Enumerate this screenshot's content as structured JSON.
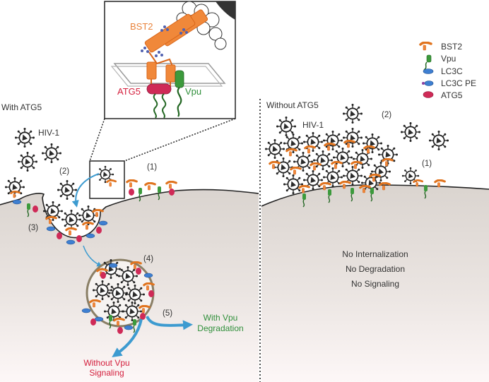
{
  "panels": {
    "left": {
      "title": "With ATG5"
    },
    "right": {
      "title": "Without ATG5"
    }
  },
  "virus_label": "HIV-1",
  "steps": {
    "s1": "(1)",
    "s2": "(2)",
    "s3": "(3)",
    "s4": "(4)",
    "s5": "(5)"
  },
  "inset": {
    "bst2": "BST2",
    "atg5": "ATG5",
    "vpu": "Vpu"
  },
  "legend": {
    "bst2": "BST2",
    "vpu": "Vpu",
    "lc3c": "LC3C",
    "lc3c_pe": "LC3C PE",
    "atg5": "ATG5"
  },
  "outcomes": {
    "with_vpu_1": "With Vpu",
    "with_vpu_2": "Degradation",
    "without_vpu_1": "Without Vpu",
    "without_vpu_2": "Signaling"
  },
  "no_effects": {
    "line1": "No Internalization",
    "line2": "No Degradation",
    "line3": "No Signaling"
  },
  "colors": {
    "bst2": "#f0883a",
    "vpu": "#3c9a3c",
    "lc3c": "#3e7fd1",
    "lc3c_pe_dot": "#8b3fa0",
    "atg5": "#cf2a57",
    "cell": "#e2ddd9",
    "arrow": "#3d9bd0",
    "label_red": "#d41f3d",
    "label_green": "#2f8f3a",
    "bst2_text": "#e9833b"
  }
}
